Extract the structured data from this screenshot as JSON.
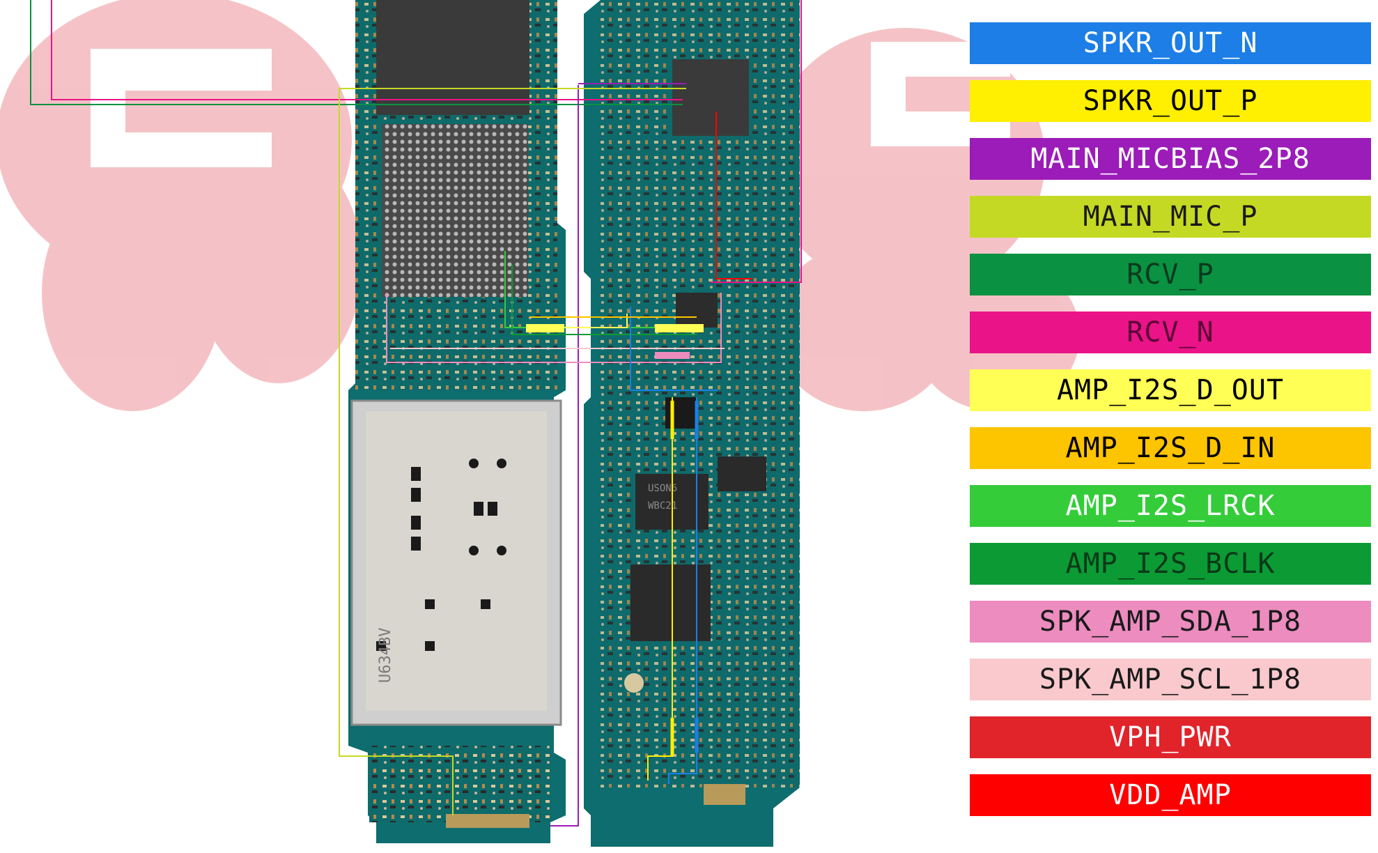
{
  "board_image": {
    "icon": "pcb-board-photo",
    "ic_markings": [
      "U634BV",
      "USON6",
      "WBC21"
    ]
  },
  "legend": [
    {
      "label": "SPKR_OUT_N",
      "bg": "#1c7ee6",
      "fg": "#ffffff"
    },
    {
      "label": "SPKR_OUT_P",
      "bg": "#ffef00",
      "fg": "#000000"
    },
    {
      "label": "MAIN_MICBIAS_2P8",
      "bg": "#9b1cb8",
      "fg": "#ffffff"
    },
    {
      "label": "MAIN_MIC_P",
      "bg": "#c4d923",
      "fg": "#1a1a1a"
    },
    {
      "label": "RCV_P",
      "bg": "#0a9141",
      "fg": "#0a3a1e"
    },
    {
      "label": "RCV_N",
      "bg": "#ea1388",
      "fg": "#5a0535"
    },
    {
      "label": "AMP_I2S_D_OUT",
      "bg": "#ffff55",
      "fg": "#000000"
    },
    {
      "label": "AMP_I2S_D_IN",
      "bg": "#fdc400",
      "fg": "#000000"
    },
    {
      "label": "AMP_I2S_LRCK",
      "bg": "#35cc3a",
      "fg": "#ffffff"
    },
    {
      "label": "AMP_I2S_BCLK",
      "bg": "#0c9a35",
      "fg": "#0a3a18"
    },
    {
      "label": "SPK_AMP_SDA_1P8",
      "bg": "#ec8cbf",
      "fg": "#1a1a1a"
    },
    {
      "label": "SPK_AMP_SCL_1P8",
      "bg": "#f9c9cd",
      "fg": "#1a1a1a"
    },
    {
      "label": "VPH_PWR",
      "bg": "#e1232a",
      "fg": "#ffffff"
    },
    {
      "label": "VDD_AMP",
      "bg": "#ff0000",
      "fg": "#ffffff"
    }
  ]
}
